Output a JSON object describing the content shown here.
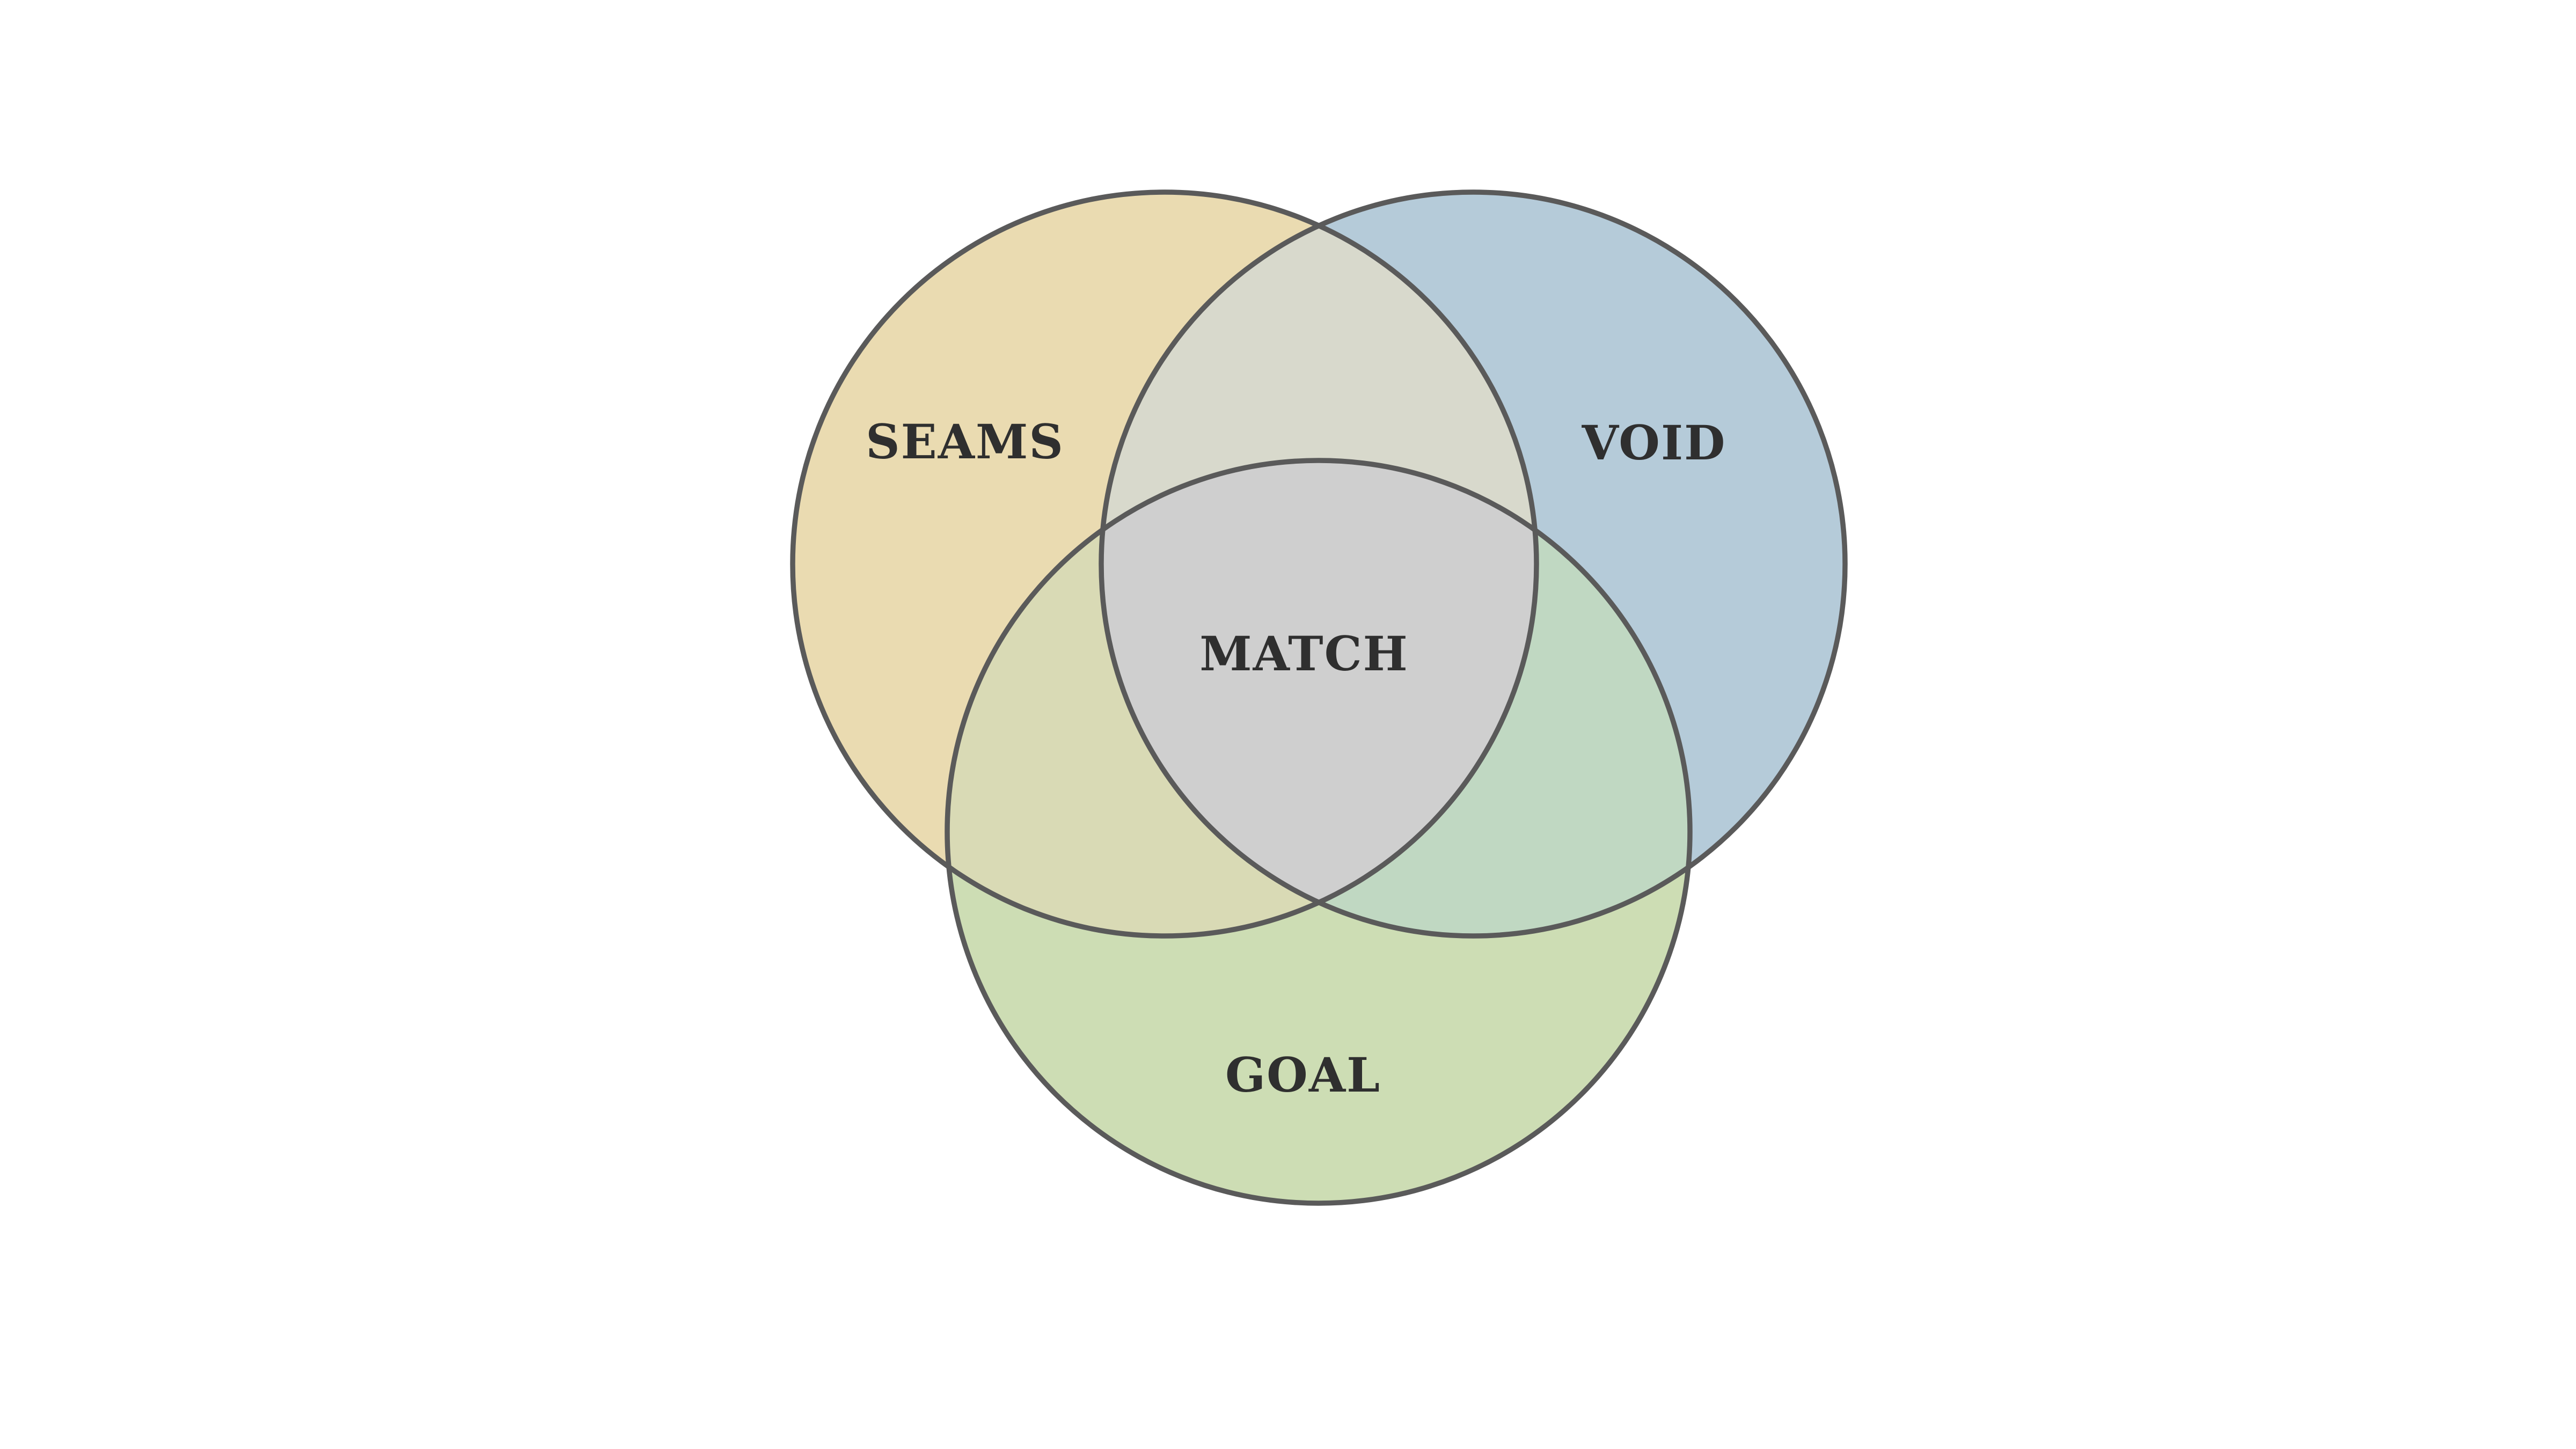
{
  "diagram": {
    "type": "venn-3",
    "background_color": "#ffffff",
    "outline_color": "#5a5a5a",
    "text_color": "#2f2f2f",
    "sets": [
      {
        "id": "seams",
        "label": "SEAMS",
        "color": "#eadbb1"
      },
      {
        "id": "void",
        "label": "VOID",
        "color": "#b5cbd9"
      },
      {
        "id": "goal",
        "label": "GOAL",
        "color": "#cdddb4"
      }
    ],
    "overlaps": {
      "seams_void": "#d8d9cc",
      "seams_goal": "#d9dab5",
      "void_goal": "#c0d8c2",
      "center": "#cfcfcf"
    },
    "center_label": "MATCH"
  }
}
